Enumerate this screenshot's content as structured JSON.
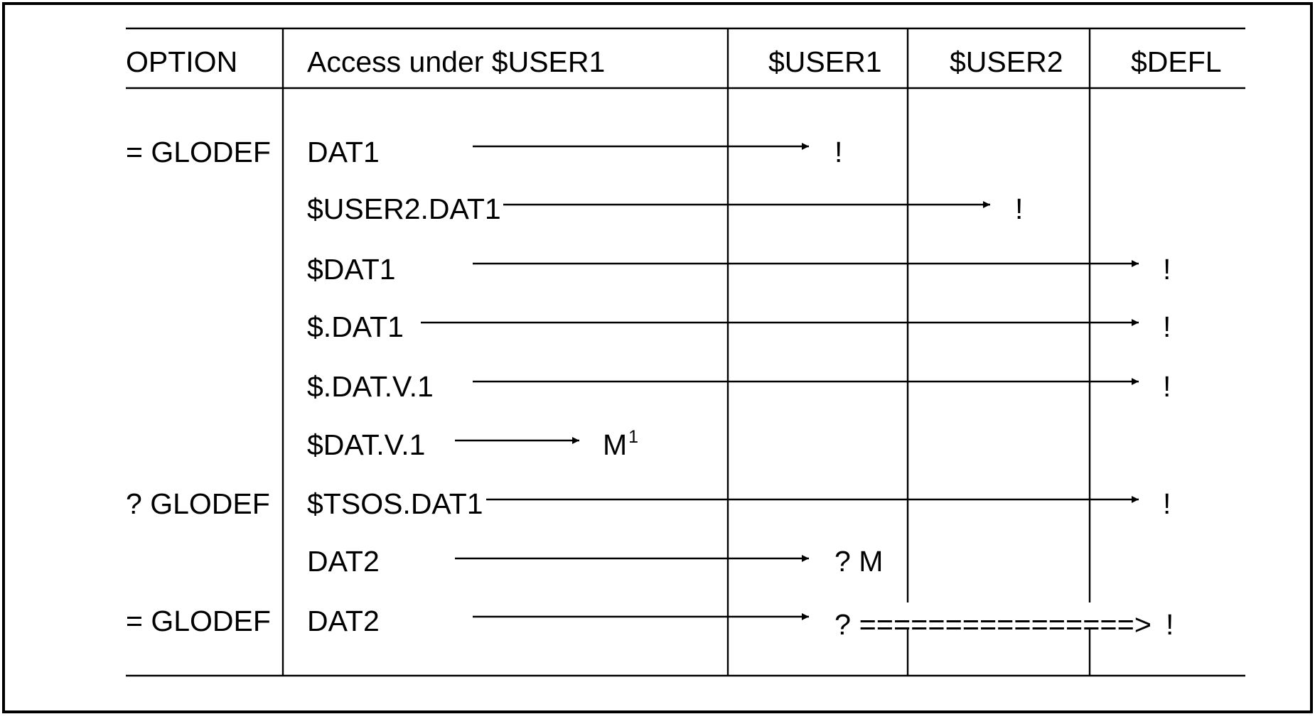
{
  "header": {
    "option": "OPTION",
    "access": "Access under $USER1",
    "user1": "$USER1",
    "user2": "$USER2",
    "defl": "$DEFL"
  },
  "rows": [
    {
      "option": "= GLODEF",
      "access": "DAT1",
      "result": "!",
      "target": "USER1"
    },
    {
      "option": "",
      "access": "$USER2.DAT1",
      "result": "!",
      "target": "USER2"
    },
    {
      "option": "",
      "access": "$DAT1",
      "result": "!",
      "target": "DEFL"
    },
    {
      "option": "",
      "access": "$.DAT1",
      "result": "!",
      "target": "DEFL"
    },
    {
      "option": "",
      "access": "$.DAT.V.1",
      "result": "!",
      "target": "DEFL"
    },
    {
      "option": "",
      "access": "$DAT.V.1",
      "result": "M",
      "result_sup": "1",
      "target": "ACCESS"
    },
    {
      "option": "? GLODEF",
      "access": "$TSOS.DAT1",
      "result": "!",
      "target": "DEFL"
    },
    {
      "option": "",
      "access": "DAT2",
      "result": "? M",
      "target": "USER1"
    },
    {
      "option": "= GLODEF",
      "access": "DAT2",
      "result": "? ================>",
      "result_end": "!",
      "target": "USER1"
    }
  ]
}
